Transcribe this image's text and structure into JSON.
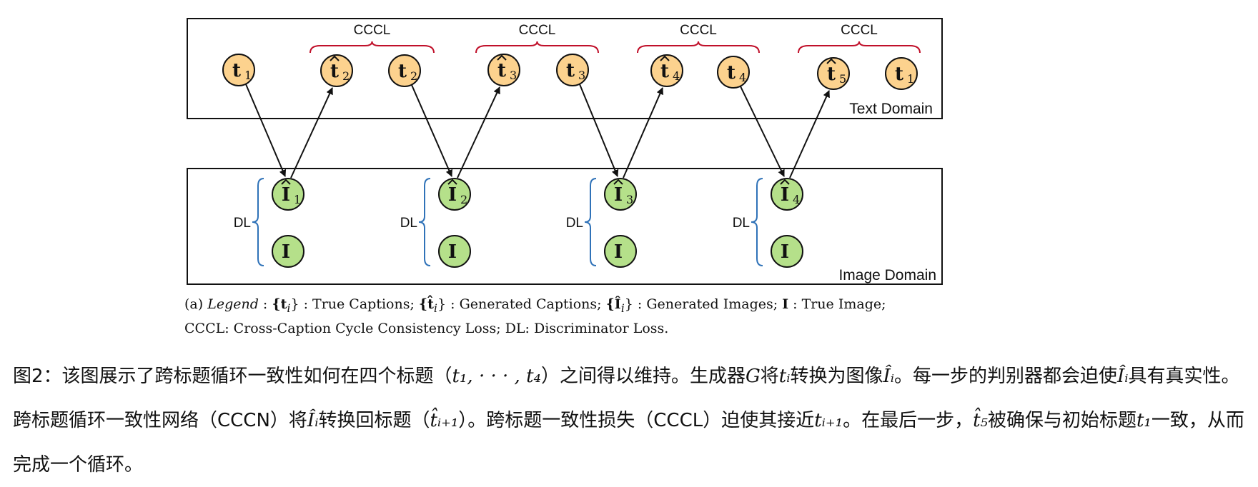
{
  "domains": {
    "text": "Text Domain",
    "image": "Image Domain"
  },
  "brackets": {
    "cccl": "CCCL",
    "dl": "DL"
  },
  "text_nodes": [
    {
      "letter": "t",
      "hat": false,
      "sub": "1"
    },
    {
      "letter": "t",
      "hat": true,
      "sub": "2"
    },
    {
      "letter": "t",
      "hat": false,
      "sub": "2"
    },
    {
      "letter": "t",
      "hat": true,
      "sub": "3"
    },
    {
      "letter": "t",
      "hat": false,
      "sub": "3"
    },
    {
      "letter": "t",
      "hat": true,
      "sub": "4"
    },
    {
      "letter": "t",
      "hat": false,
      "sub": "4"
    },
    {
      "letter": "t",
      "hat": true,
      "sub": "5"
    },
    {
      "letter": "t",
      "hat": false,
      "sub": "1"
    }
  ],
  "image_nodes": [
    {
      "letter": "I",
      "hat": true,
      "sub": "1"
    },
    {
      "letter": "I",
      "hat": true,
      "sub": "2"
    },
    {
      "letter": "I",
      "hat": true,
      "sub": "3"
    },
    {
      "letter": "I",
      "hat": true,
      "sub": "4"
    }
  ],
  "true_image": {
    "letter": "I"
  },
  "colors": {
    "text_node": "#fcd28e",
    "image_node": "#b5e08a",
    "cccl_bracket": "#c0102a",
    "dl_bracket": "#2f72b8",
    "stroke": "#111111"
  },
  "legend": {
    "prefix": "(a)",
    "legend_word": "Legend",
    "sep": ":",
    "t_set": "{t",
    "t_sub": "i",
    "close": "}",
    "true_captions": ": True Captions;",
    "that_set": "{t̂",
    "gen_captions": ": Generated Captions;",
    "ihat_set": "{Î",
    "gen_images": ": Generated Images;",
    "i_bold": "I",
    "true_image": ": True Image;",
    "line2": "CCCL: Cross-Caption Cycle Consistency Loss; DL: Discriminator Loss."
  },
  "caption": {
    "p1": "图2：该图展示了跨标题循环一致性如何在四个标题（",
    "m_range": "t₁, · · · , t₄",
    "p2": "）之间得以维持。生成器",
    "m_G": "G",
    "p3": "将",
    "m_ti": "tᵢ",
    "p4": "转换为图像",
    "m_Ii": "Îᵢ",
    "p5": "。每一步的判别器都会迫使",
    "m_Ii2": "Îᵢ",
    "p6": "具有真实性。跨标题循环一致性网络（CCCN）将",
    "m_Ii3": "Îᵢ",
    "p7": "转换回标题（",
    "m_thati1": "t̂ᵢ₊₁",
    "p8": "）。跨标题一致性损失（CCCL）迫使其接近",
    "m_ti1": "tᵢ₊₁",
    "p9": "。在最后一步，",
    "m_that5": "t̂₅",
    "p10": "被确保与初始标题",
    "m_t1": "t₁",
    "p11": "一致，从而完成一个循环。"
  }
}
